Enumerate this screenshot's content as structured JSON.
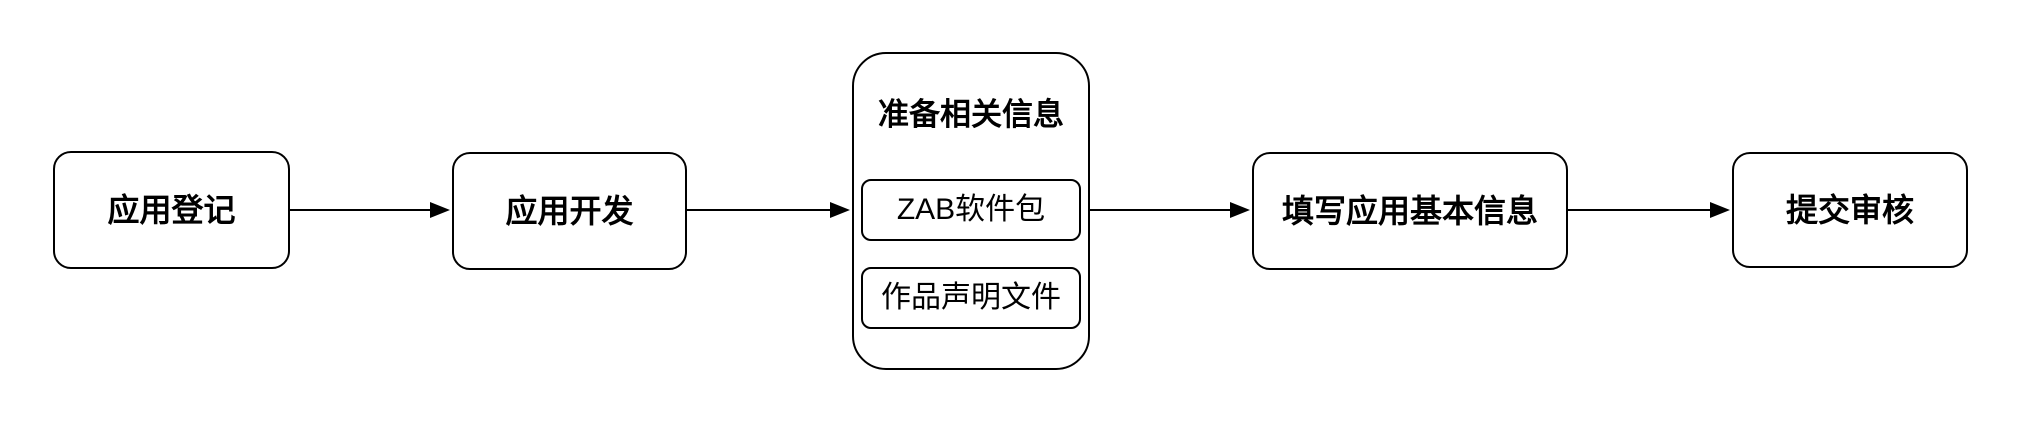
{
  "diagram": {
    "type": "flowchart",
    "background": "#ffffff",
    "stroke": "#000000",
    "text_color": "#000000",
    "nodes": {
      "step1": {
        "label": "应用登记"
      },
      "step2": {
        "label": "应用开发"
      },
      "prepare": {
        "title": "准备相关信息",
        "items": [
          {
            "label": "ZAB软件包"
          },
          {
            "label": "作品声明文件"
          }
        ]
      },
      "step4": {
        "label": "填写应用基本信息"
      },
      "step5": {
        "label": "提交审核"
      }
    },
    "flow": [
      "应用登记",
      "应用开发",
      "准备相关信息",
      "填写应用基本信息",
      "提交审核"
    ]
  }
}
